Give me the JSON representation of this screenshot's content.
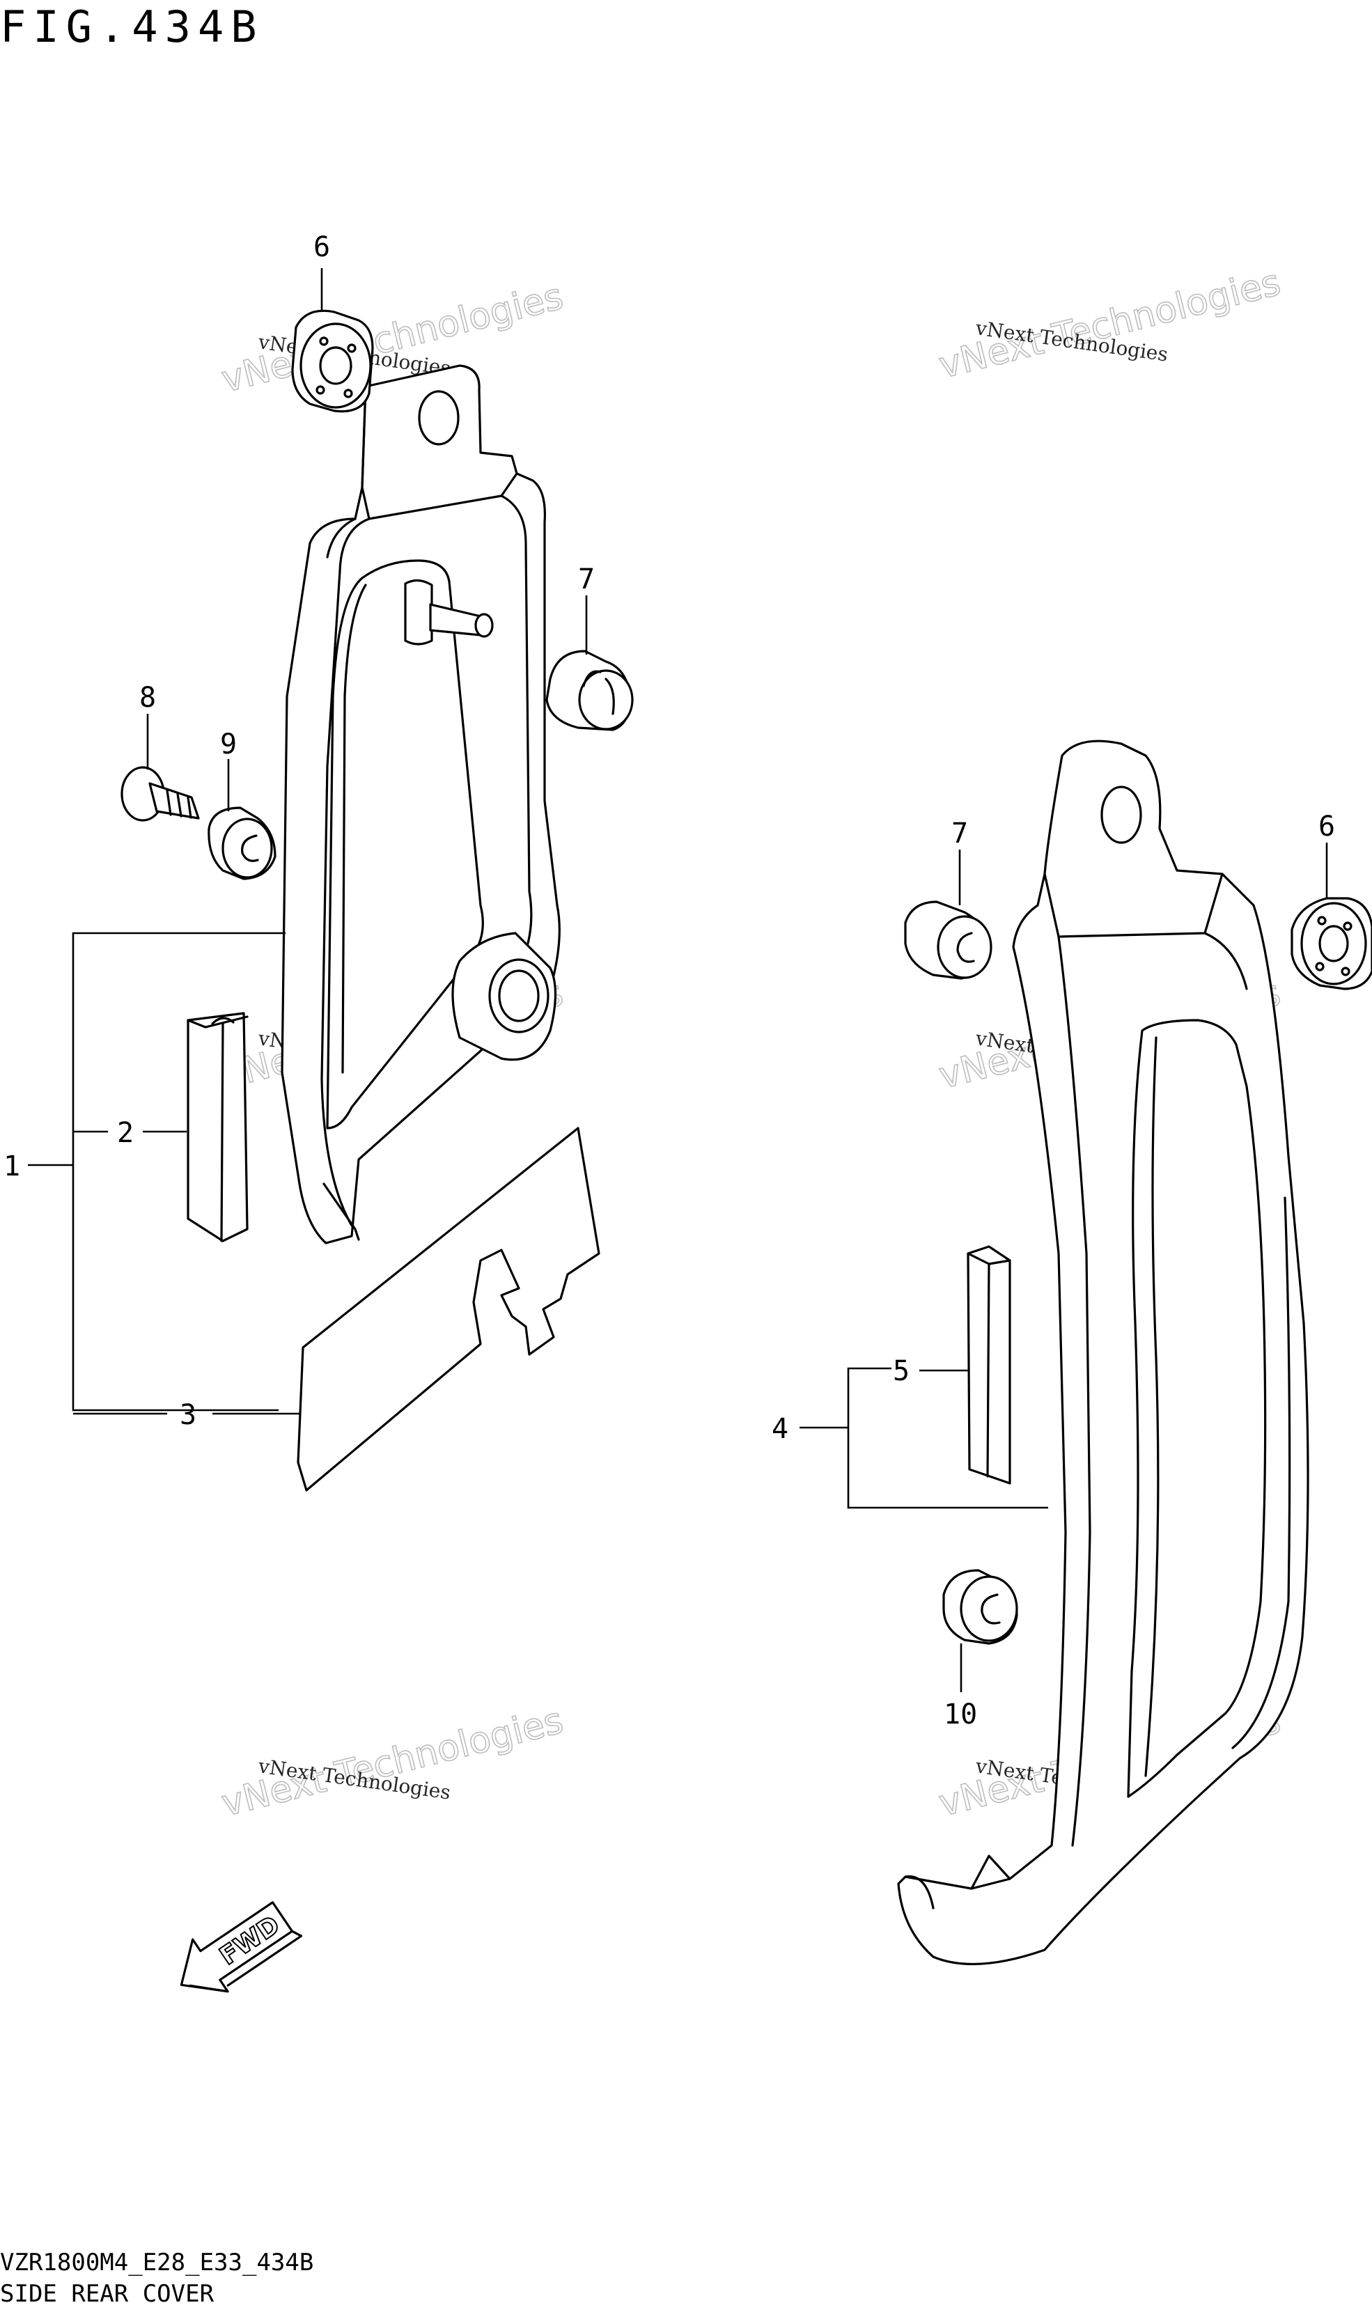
{
  "figure": {
    "title": "FIG.434B",
    "model_code": "VZR1800M4_E28_E33_434B",
    "caption": "SIDE REAR COVER"
  },
  "callouts": [
    {
      "id": "c1",
      "text": "1"
    },
    {
      "id": "c2",
      "text": "2"
    },
    {
      "id": "c3",
      "text": "3"
    },
    {
      "id": "c4",
      "text": "4"
    },
    {
      "id": "c5",
      "text": "5"
    },
    {
      "id": "c6a",
      "text": "6"
    },
    {
      "id": "c6b",
      "text": "6"
    },
    {
      "id": "c7a",
      "text": "7"
    },
    {
      "id": "c7b",
      "text": "7"
    },
    {
      "id": "c8",
      "text": "8"
    },
    {
      "id": "c9",
      "text": "9"
    },
    {
      "id": "c10",
      "text": "10"
    }
  ],
  "direction_marker": {
    "text": "FWD"
  },
  "watermark": {
    "line1": "vNext Technologies",
    "line2": "vNext Technologies"
  }
}
